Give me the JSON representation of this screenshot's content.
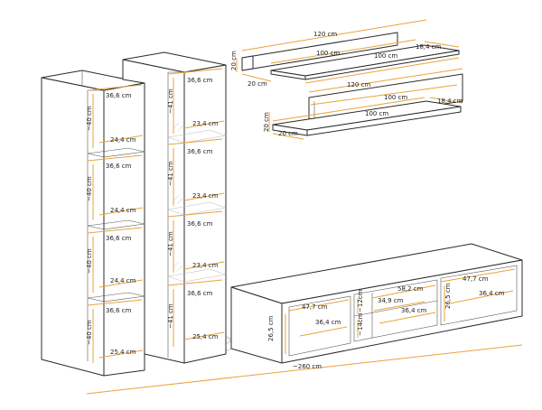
{
  "diagram": {
    "watermark": "Gerbo",
    "left_cabinet": {
      "compartments": [
        {
          "width": "36,6 cm",
          "height": "~40 cm",
          "depth": "24,4 cm"
        },
        {
          "width": "36,6 cm",
          "height": "~40 cm",
          "depth": "24,4 cm"
        },
        {
          "width": "36,6 cm",
          "height": "~40 cm",
          "depth": "24,4 cm"
        },
        {
          "width": "36,6 cm",
          "height": "~40 cm",
          "depth": "25,4 cm"
        }
      ]
    },
    "glass_cabinet": {
      "compartments": [
        {
          "width": "36,6 cm",
          "height": "~41 cm",
          "depth": "23,4 cm"
        },
        {
          "width": "36,6 cm",
          "height": "~41 cm",
          "depth": "23,4 cm"
        },
        {
          "width": "36,6 cm",
          "height": "~41 cm",
          "depth": "23,4 cm"
        },
        {
          "width": "36,6 cm",
          "height": "~41 cm",
          "depth": "25,4 cm"
        }
      ]
    },
    "shelf_top": {
      "panel_width": "120 cm",
      "panel_height": "20 cm",
      "panel_depth": "20 cm",
      "shelf_width_back": "100 cm",
      "shelf_width_front": "100 cm",
      "shelf_depth": "18,4 cm"
    },
    "shelf_bottom": {
      "panel_width": "120 cm",
      "panel_height": "20 cm",
      "panel_depth": "20 cm",
      "shelf_width_back": "100 cm",
      "shelf_width_front": "100 cm",
      "shelf_depth": "18,4 cm"
    },
    "tv_unit": {
      "left": {
        "width": "47,7 cm",
        "depth": "36,4 cm",
        "height": "26,5 cm"
      },
      "middle": {
        "width": "58,2 cm",
        "inner_width": "34,9 cm",
        "depth": "36,4 cm",
        "upper_height": "~12cm",
        "lower_height": "~14cm"
      },
      "right": {
        "width": "47,7 cm",
        "depth": "36,4 cm",
        "height": "26,5 cm"
      }
    },
    "overall_width": "~260 cm"
  }
}
